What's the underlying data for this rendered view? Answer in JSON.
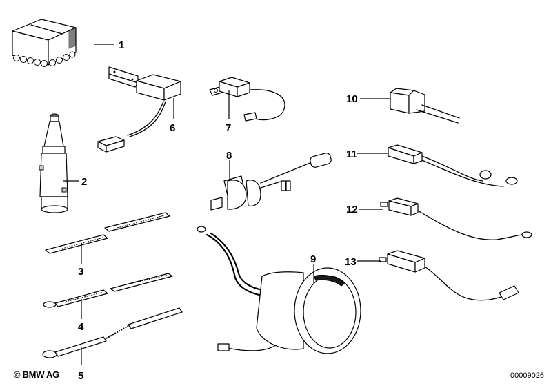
{
  "diagram": {
    "title": "Parts diagram",
    "parts": [
      {
        "number": "1",
        "description": "box / kit package"
      },
      {
        "number": "2",
        "description": "cylindrical plug / condenser"
      },
      {
        "number": "3",
        "description": "ground strap (flat braided)"
      },
      {
        "number": "4",
        "description": "ground strap with eyelet"
      },
      {
        "number": "5",
        "description": "ground cable with eyelet"
      },
      {
        "number": "6",
        "description": "suppressor box with bracket and connector"
      },
      {
        "number": "7",
        "description": "suppressor with lug and plug"
      },
      {
        "number": "8",
        "description": "suppressor capacitor with leads"
      },
      {
        "number": "9",
        "description": "shielding housing with ground strap"
      },
      {
        "number": "10",
        "description": "suppressor with two wires"
      },
      {
        "number": "11",
        "description": "suppressor with twin cable and plugs"
      },
      {
        "number": "12",
        "description": "suppressor with ring terminal lead"
      },
      {
        "number": "13",
        "description": "suppressor with flat connector lead"
      }
    ]
  },
  "footer": {
    "copyright": "© BMW AG",
    "document_number": "00009026"
  }
}
